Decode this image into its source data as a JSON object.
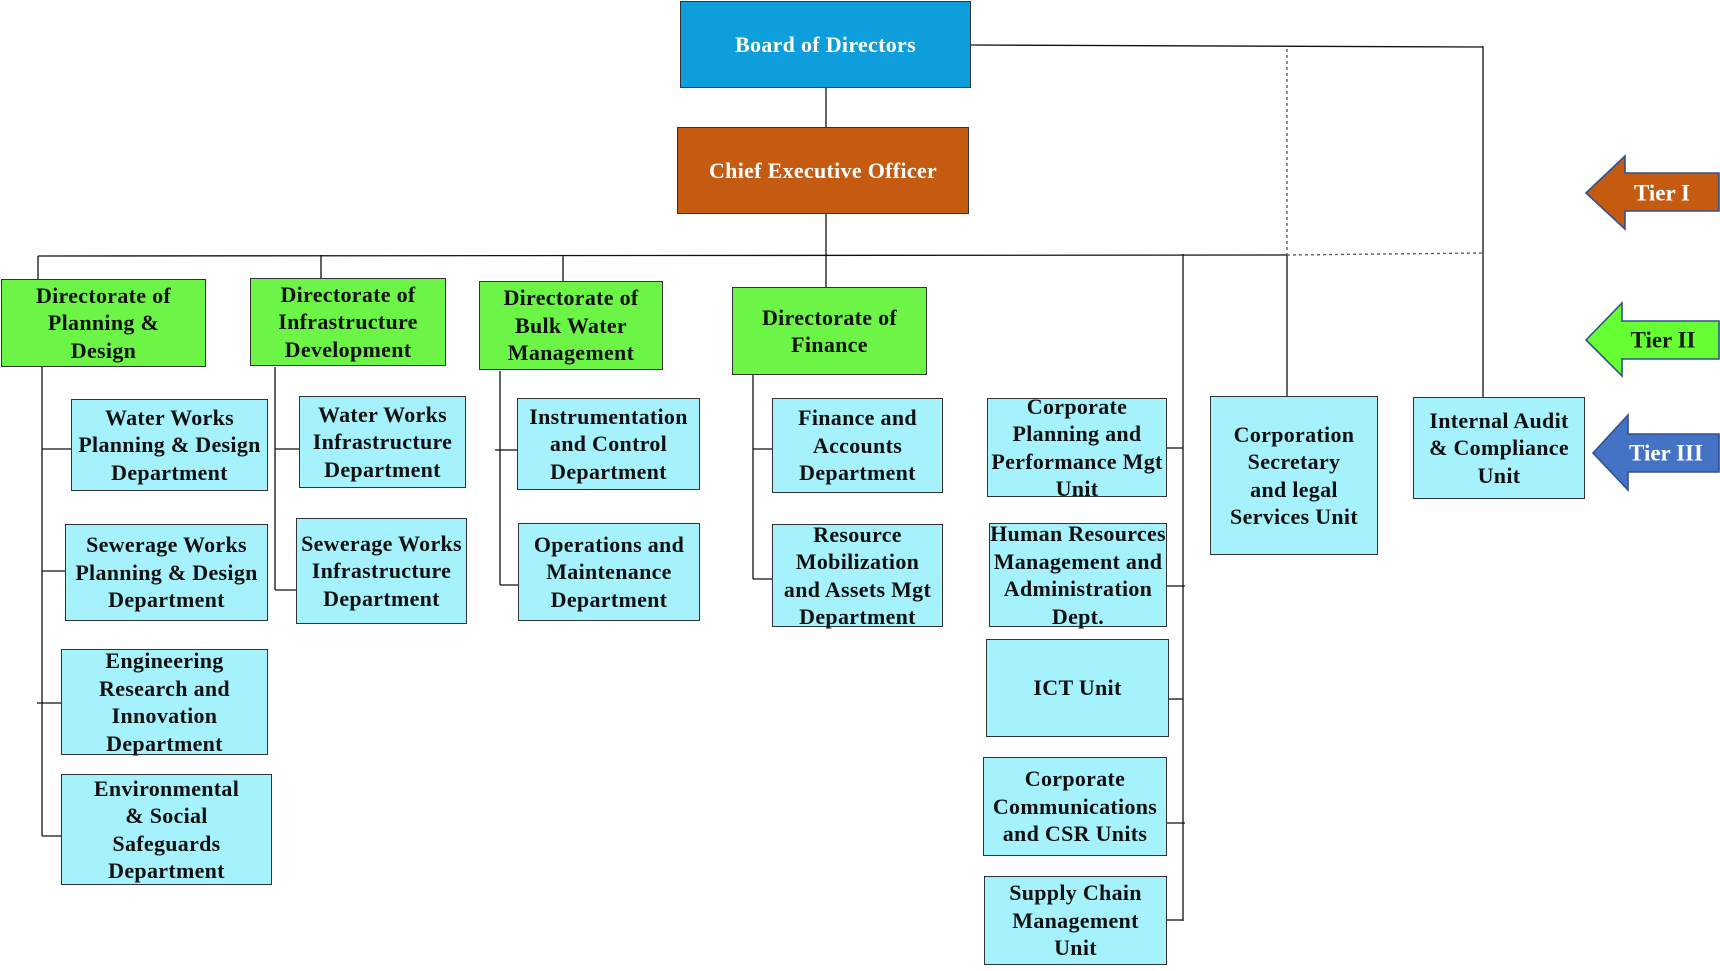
{
  "board": {
    "label": "Board of Directors"
  },
  "ceo": {
    "label": "Chief Executive Officer"
  },
  "directorates": [
    {
      "label": "Directorate of\nPlanning &\nDesign",
      "departments": [
        {
          "label": "Water Works\nPlanning & Design\nDepartment"
        },
        {
          "label": "Sewerage Works\nPlanning & Design\nDepartment"
        },
        {
          "label": "Engineering\nResearch and\nInnovation\nDepartment"
        },
        {
          "label": "Environmental\n& Social\nSafeguards\nDepartment"
        }
      ]
    },
    {
      "label": "Directorate of\nInfrastructure\nDevelopment",
      "departments": [
        {
          "label": "Water Works\nInfrastructure\nDepartment"
        },
        {
          "label": "Sewerage Works\nInfrastructure\nDepartment"
        }
      ]
    },
    {
      "label": "Directorate of\nBulk Water\nManagement",
      "departments": [
        {
          "label": "Instrumentation\nand Control\nDepartment"
        },
        {
          "label": "Operations and\nMaintenance\nDepartment"
        }
      ]
    },
    {
      "label": "Directorate of\nFinance",
      "departments": [
        {
          "label": "Finance and\nAccounts\nDepartment"
        },
        {
          "label": "Resource\nMobilization\nand Assets Mgt\nDepartment"
        }
      ]
    }
  ],
  "ceo_units": [
    {
      "label": "Corporate\nPlanning and\nPerformance Mgt\nUnit"
    },
    {
      "label": "Human Resources\nManagement and\nAdministration\nDept."
    },
    {
      "label": "ICT Unit"
    },
    {
      "label": "Corporate\nCommunications\nand CSR Units"
    },
    {
      "label": "Supply Chain\nManagement\nUnit"
    }
  ],
  "corporation_secretary": {
    "label": "Corporation\nSecretary\nand legal\nServices Unit"
  },
  "internal_audit": {
    "label": "Internal Audit\n& Compliance\nUnit"
  },
  "tiers": [
    {
      "label": "Tier I",
      "color": "#c55a11",
      "text_color": "#ffffff"
    },
    {
      "label": "Tier II",
      "color": "#66ff33",
      "text_color": "#1a1a1a"
    },
    {
      "label": "Tier III",
      "color": "#4472c4",
      "text_color": "#ffffff"
    }
  ],
  "colors": {
    "board_fill": "#0e9edb",
    "ceo_fill": "#c55a11",
    "directorate_fill": "#6cf446",
    "department_fill": "#a6f2fc",
    "box_border": "#333333",
    "title_text": "#ffffff",
    "label_text": "#111111",
    "connector": "#111111",
    "dashed_connector": "#555555"
  }
}
